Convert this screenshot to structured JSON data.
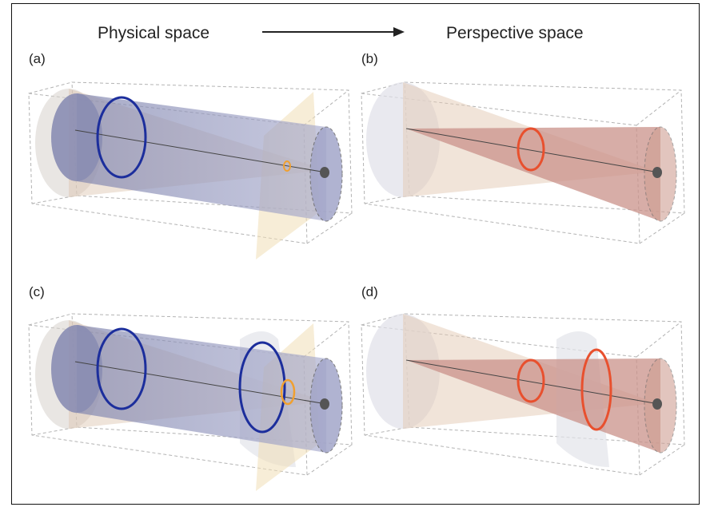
{
  "header": {
    "left_title": "Physical space",
    "right_title": "Perspective space"
  },
  "panels": [
    {
      "id": "a",
      "label": "(a)",
      "space": "physical"
    },
    {
      "id": "b",
      "label": "(b)",
      "space": "perspective"
    },
    {
      "id": "c",
      "label": "(c)",
      "space": "physical"
    },
    {
      "id": "d",
      "label": "(d)",
      "space": "perspective"
    }
  ],
  "colors": {
    "physical_cylinder": "#8d8fb5",
    "perspective_cone": "#c9918a",
    "blue_ring": "#1c2e9c",
    "red_ring": "#e8502e",
    "orange_ring": "#f0a030",
    "plane": "#f1dfb6",
    "box_edges": "#b3b3b3"
  }
}
